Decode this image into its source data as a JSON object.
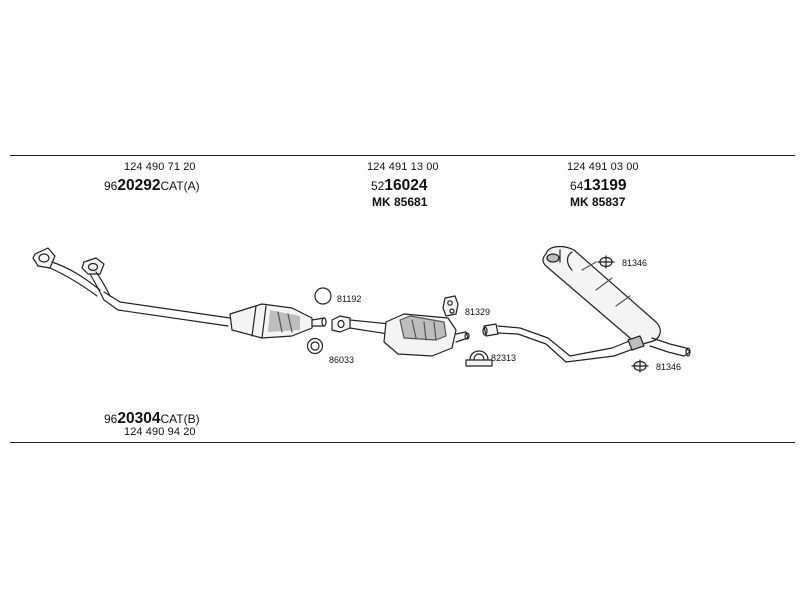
{
  "groups": [
    {
      "oe": "124 490 71 20",
      "prefix": "96",
      "bold": "20292",
      "suffix": "CAT(A)"
    },
    {
      "oe": "124 491 13 00",
      "prefix": "52",
      "bold": "16024",
      "suffix": "",
      "mk": "MK  85681"
    },
    {
      "oe": "124 491 03 00",
      "prefix": "64",
      "bold": "13199",
      "suffix": "",
      "mk": "MK  85837"
    },
    {
      "oe": "124 490 94 20",
      "prefix": "96",
      "bold": "20304",
      "suffix": "CAT(B)"
    }
  ],
  "parts": {
    "p81192": "81192",
    "p86033": "86033",
    "p81329": "81329",
    "p82313": "82313",
    "p81346_top": "81346",
    "p81346_bottom": "81346"
  },
  "colors": {
    "line": "#222222",
    "fill": "#f4f4f4",
    "shade": "#bdbdbd"
  }
}
